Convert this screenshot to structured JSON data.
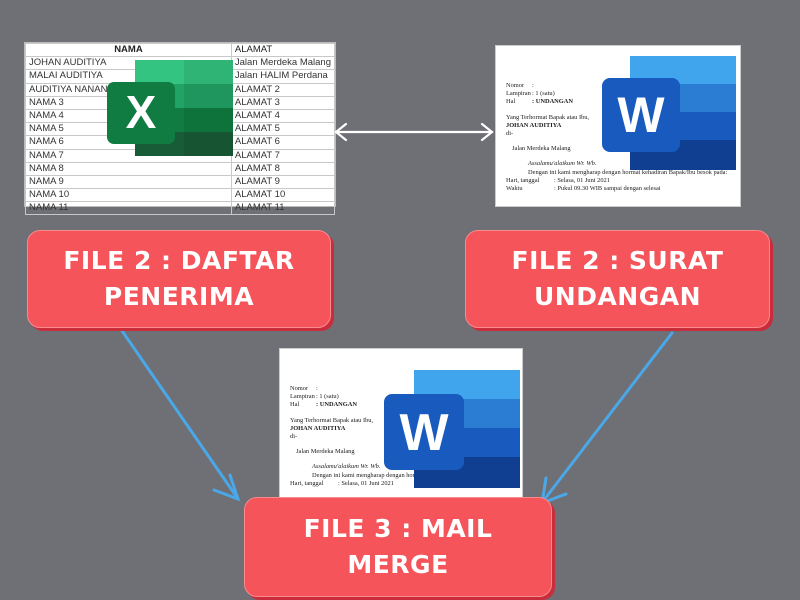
{
  "spreadsheet": {
    "headers": [
      "NAMA",
      "ALAMAT"
    ],
    "rows": [
      [
        "JOHAN AUDITIYA",
        "Jalan Merdeka Malang"
      ],
      [
        "MALAI AUDITIYA",
        "Jalan HALIM Perdana"
      ],
      [
        "AUDITIYA NANAN",
        "ALAMAT 2"
      ],
      [
        "NAMA 3",
        "ALAMAT 3"
      ],
      [
        "NAMA 4",
        "ALAMAT 4"
      ],
      [
        "NAMA 5",
        "ALAMAT 5"
      ],
      [
        "NAMA 6",
        "ALAMAT 6"
      ],
      [
        "NAMA 7",
        "ALAMAT 7"
      ],
      [
        "NAMA 8",
        "ALAMAT 8"
      ],
      [
        "NAMA 9",
        "ALAMAT 9"
      ],
      [
        "NAMA 10",
        "ALAMAT 10"
      ],
      [
        "NAMA 11",
        "ALAMAT 11"
      ]
    ]
  },
  "letter": {
    "nomor_label": "Nomor",
    "nomor_sep": ":",
    "lampiran_label": "Lampiran",
    "lampiran_value": ": 1 (satu)",
    "hal_label": "Hal",
    "hal_value": ":  UNDANGAN",
    "greeting": "Yang Terhormat Bapak atau Ibu,",
    "recipient": "JOHAN AUDITIYA",
    "di": "di-",
    "address": "Jalan Merdeka Malang",
    "salam": "Assalamu'alaikum Wr. Wb.",
    "body": "Dengan ini kami mengharap dengan hormat kehadiran Bapak/Ibu besok pada:",
    "date_label": "Hari, tanggal",
    "date_value": ":   Selasa, 01 Juni 2021",
    "time_label": "Waktu",
    "time_value": ":   Pukul 09.30 WIB  sampai dengan selesai"
  },
  "icons": {
    "excel_letter": "X",
    "word_letter": "W",
    "excel_color": "#1f7244",
    "word_color": "#2b579a"
  },
  "labels": {
    "file_list": [
      "FILE 2 : DAFTAR",
      "PENERIMA"
    ],
    "file_letter": [
      "FILE 2 : SURAT",
      "UNDANGAN"
    ],
    "file_merge": [
      "FILE 3 : MAIL",
      "MERGE"
    ]
  },
  "colors": {
    "background": "#6f6f76",
    "label_fill": "#f4545a",
    "arrow_blue": "#4aa8e8"
  }
}
